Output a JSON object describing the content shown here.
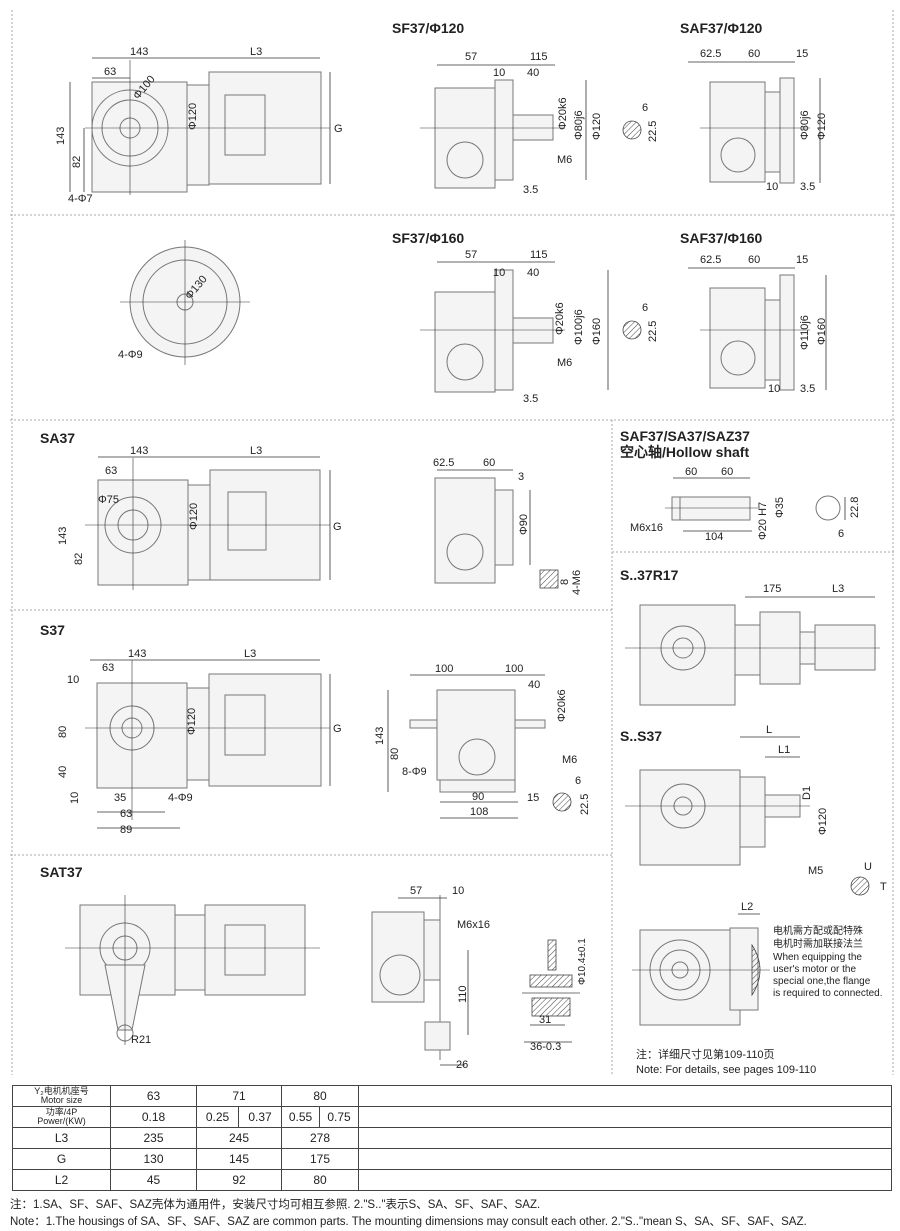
{
  "top_left": {
    "dims": [
      "143",
      "63",
      "L3",
      "Φ100",
      "Φ120",
      "G",
      "143",
      "82",
      "4-Φ7"
    ]
  },
  "sf37_120": {
    "title": "SF37/Φ120",
    "dims": [
      "57",
      "115",
      "10",
      "40",
      "Φ20k6",
      "Φ80j6",
      "Φ120",
      "M6",
      "3.5",
      "6",
      "22.5"
    ]
  },
  "saf37_120": {
    "title": "SAF37/Φ120",
    "dims": [
      "62.5",
      "60",
      "15",
      "Φ80j6",
      "Φ120",
      "10",
      "3.5"
    ]
  },
  "flange_160": {
    "dims": [
      "Φ130",
      "4-Φ9"
    ]
  },
  "sf37_160": {
    "title": "SF37/Φ160",
    "dims": [
      "57",
      "115",
      "10",
      "40",
      "Φ20k6",
      "Φ100j6",
      "Φ160",
      "M6",
      "3.5",
      "6",
      "22.5"
    ]
  },
  "saf37_160": {
    "title": "SAF37/Φ160",
    "dims": [
      "62.5",
      "60",
      "15",
      "Φ110j6",
      "Φ160",
      "10",
      "3.5"
    ]
  },
  "sa37": {
    "title": "SA37",
    "dims": [
      "143",
      "63",
      "L3",
      "Φ75",
      "Φ120",
      "G",
      "143",
      "82"
    ],
    "side_dims": [
      "62.5",
      "60",
      "3",
      "Φ90",
      "4-M6",
      "8"
    ]
  },
  "hollow_shaft": {
    "title": "SAF37/SA37/SAZ37",
    "subtitle": "空心轴/Hollow shaft",
    "dims": [
      "60",
      "60",
      "M6x16",
      "104",
      "Φ20 H7",
      "Φ35",
      "22.8",
      "6"
    ]
  },
  "s37r17": {
    "title": "S..37R17",
    "dims": [
      "175",
      "L3"
    ]
  },
  "s37": {
    "title": "S37",
    "dims": [
      "143",
      "63",
      "L3",
      "10",
      "80",
      "40",
      "10",
      "35",
      "63",
      "89",
      "4-Φ9",
      "Φ120",
      "G"
    ],
    "side_dims": [
      "100",
      "100",
      "40",
      "Φ20k6",
      "143",
      "80",
      "8-Φ9",
      "M6",
      "90",
      "108",
      "15",
      "6",
      "22.5"
    ]
  },
  "ss37": {
    "title": "S..S37",
    "dims": [
      "L",
      "L1",
      "D1",
      "Φ120",
      "M5",
      "U",
      "T"
    ]
  },
  "flange_note": {
    "dims": [
      "L2"
    ],
    "cn": [
      "电机需方配或配特殊",
      "电机时需加联接法兰"
    ],
    "en": [
      "When equipping the",
      "user's  motor or the",
      "special one,the flange",
      "is required to connected."
    ],
    "detail_cn": "注：详细尺寸见第109-110页",
    "detail_en": "Note: For details, see pages 109-110"
  },
  "sat37": {
    "title": "SAT37",
    "dims": [
      "R21"
    ],
    "side_dims": [
      "57",
      "10",
      "M6x16",
      "110",
      "26"
    ],
    "detail_dims": [
      "Φ10.4±0.1",
      "31",
      "36-0.3"
    ]
  },
  "table": {
    "row_labels": [
      [
        "Y₂电机机座号",
        "Motor size"
      ],
      [
        "功率/4P",
        "Power/(KW)"
      ],
      "L3",
      "G",
      "L2"
    ],
    "motor_size": [
      "63",
      "71",
      "80"
    ],
    "power": [
      "0.18",
      "0.25",
      "0.37",
      "0.55",
      "0.75"
    ],
    "L3": [
      "235",
      "245",
      "278"
    ],
    "G": [
      "130",
      "145",
      "175"
    ],
    "L2": [
      "45",
      "92",
      "80"
    ]
  },
  "notes": {
    "cn": "注：1.SA、SF、SAF、SAZ壳体为通用件，安装尺寸均可相互参照.   2.\"S..\"表示S、SA、SF、SAF、SAZ.",
    "en": "Note：1.The housings of SA、SF、SAF、SAZ are common parts. The mounting dimensions may consult each other.    2.\"S..\"mean S、SA、SF、SAF、SAZ."
  }
}
